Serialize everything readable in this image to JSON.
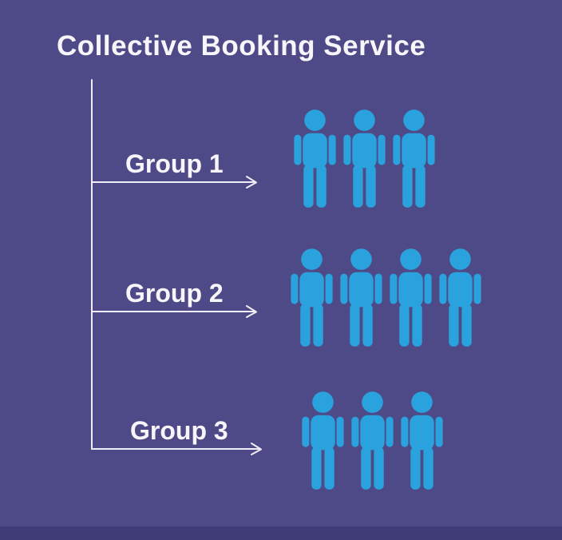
{
  "title": "Collective Booking Service",
  "groups": [
    {
      "label": "Group 1",
      "members": 3
    },
    {
      "label": "Group 2",
      "members": 4
    },
    {
      "label": "Group 3",
      "members": 3
    }
  ],
  "colors": {
    "background": "#4e4a87",
    "footer_strip": "#3f3c78",
    "person": "#2aa2dd",
    "line": "#f0eef6",
    "text": "#f7f5fa"
  }
}
